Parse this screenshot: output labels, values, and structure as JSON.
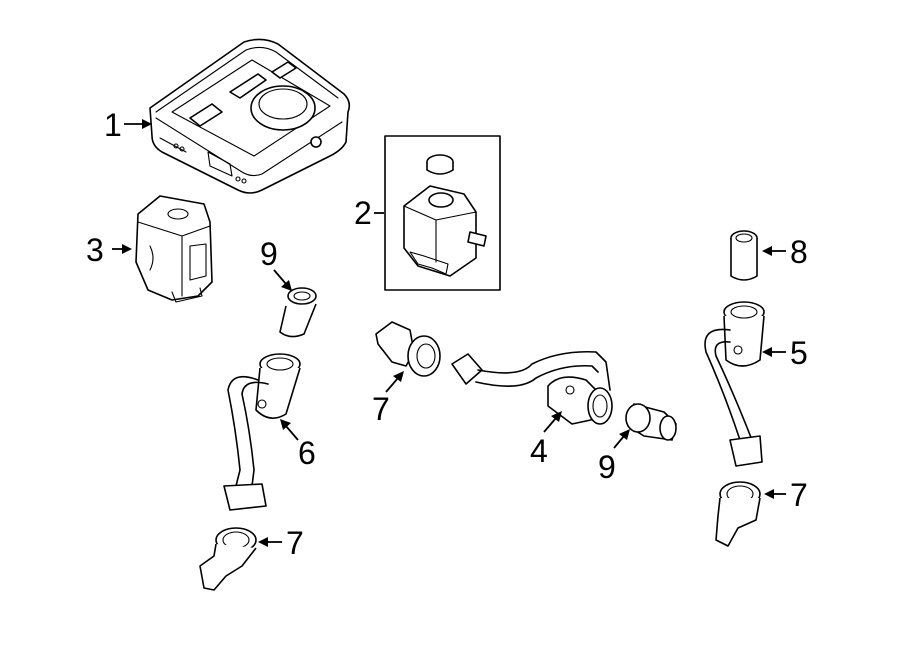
{
  "callouts": {
    "c1": "1",
    "c2": "2",
    "c3": "3",
    "c4": "4",
    "c5": "5",
    "c6": "6",
    "c7a": "7",
    "c7b": "7",
    "c7c": "7",
    "c8": "8",
    "c9a": "9",
    "c9b": "9"
  },
  "colors": {
    "line": "#000000",
    "background": "#ffffff"
  }
}
